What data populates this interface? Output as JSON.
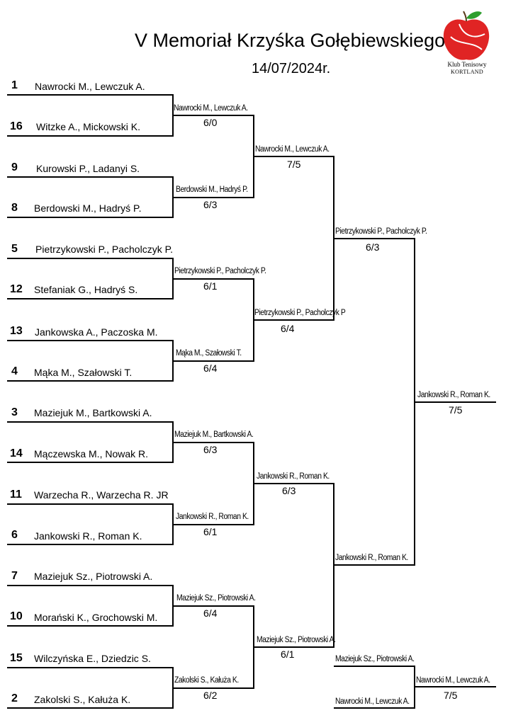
{
  "header": {
    "title": "V Memoriał Krzyśka Gołębiewskiego",
    "date": "14/07/2024r."
  },
  "logo": {
    "line1": "Klub Tenisowy",
    "line2": "KORTLAND",
    "colors": {
      "apple": "#e02424",
      "leaf": "#2e9e2e",
      "stroke": "#ffffff"
    }
  },
  "colors": {
    "line": "#000000",
    "text": "#000000"
  },
  "round1": [
    {
      "seed": "1",
      "pair": "Nawrocki M., Lewczuk A."
    },
    {
      "seed": "16",
      "pair": "Witzke A., Mickowski K."
    },
    {
      "seed": "9",
      "pair": "Kurowski P., Ladanyi S."
    },
    {
      "seed": "8",
      "pair": "Berdowski M., Hadryś P."
    },
    {
      "seed": "5",
      "pair": "Pietrzykowski P., Pacholczyk P."
    },
    {
      "seed": "12",
      "pair": "Stefaniak G., Hadryś S."
    },
    {
      "seed": "13",
      "pair": "Jankowska A., Paczoska M."
    },
    {
      "seed": "4",
      "pair": "Mąka M., Szałowski T."
    },
    {
      "seed": "3",
      "pair": "Maziejuk M., Bartkowski A."
    },
    {
      "seed": "14",
      "pair": "Mączewska M., Nowak R."
    },
    {
      "seed": "11",
      "pair": "Warzecha R., Warzecha R. JR"
    },
    {
      "seed": "6",
      "pair": "Jankowski R., Roman K."
    },
    {
      "seed": "7",
      "pair": "Maziejuk Sz., Piotrowski A."
    },
    {
      "seed": "10",
      "pair": "Morański K., Grochowski M."
    },
    {
      "seed": "15",
      "pair": "Wilczyńska E., Dziedzic S."
    },
    {
      "seed": "2",
      "pair": "Zakolski S., Kałuża K."
    }
  ],
  "round2": [
    {
      "winner": "Nawrocki M., Lewczuk A.",
      "score": "6/0"
    },
    {
      "winner": "Berdowski M., Hadryś P.",
      "score": "6/3"
    },
    {
      "winner": "Pietrzykowski P., Pacholczyk P.",
      "score": "6/1"
    },
    {
      "winner": "Mąka M., Szałowski T.",
      "score": "6/4"
    },
    {
      "winner": "Maziejuk M., Bartkowski A.",
      "score": "6/3"
    },
    {
      "winner": "Jankowski R., Roman K.",
      "score": "6/1"
    },
    {
      "winner": "Maziejuk Sz., Piotrowski A.",
      "score": "6/4"
    },
    {
      "winner": "Zakolski S., Kałuża K.",
      "score": "6/2"
    }
  ],
  "quarterfinals": [
    {
      "winner": "Nawrocki M., Lewczuk A.",
      "score": "7/5"
    },
    {
      "winner": "Pietrzykowski P., Pacholczyk P",
      "score": "6/4"
    },
    {
      "winner": "Jankowski R., Roman K.",
      "score": "6/3"
    },
    {
      "winner": "Maziejuk Sz., Piotrowski A.",
      "score": "6/1"
    }
  ],
  "semifinals": [
    {
      "winner": "Pietrzykowski P., Pacholczyk P.",
      "score": "6/3"
    },
    {
      "winner": "Jankowski R., Roman K.",
      "score": ""
    }
  ],
  "final": {
    "winner": "Jankowski R., Roman K.",
    "score": "7/5"
  },
  "third_place": {
    "team_a": "Maziejuk Sz., Piotrowski A.",
    "team_b": "Nawrocki M., Lewczuk A.",
    "winner": "Nawrocki M., Lewczuk A.",
    "score": "7/5"
  }
}
